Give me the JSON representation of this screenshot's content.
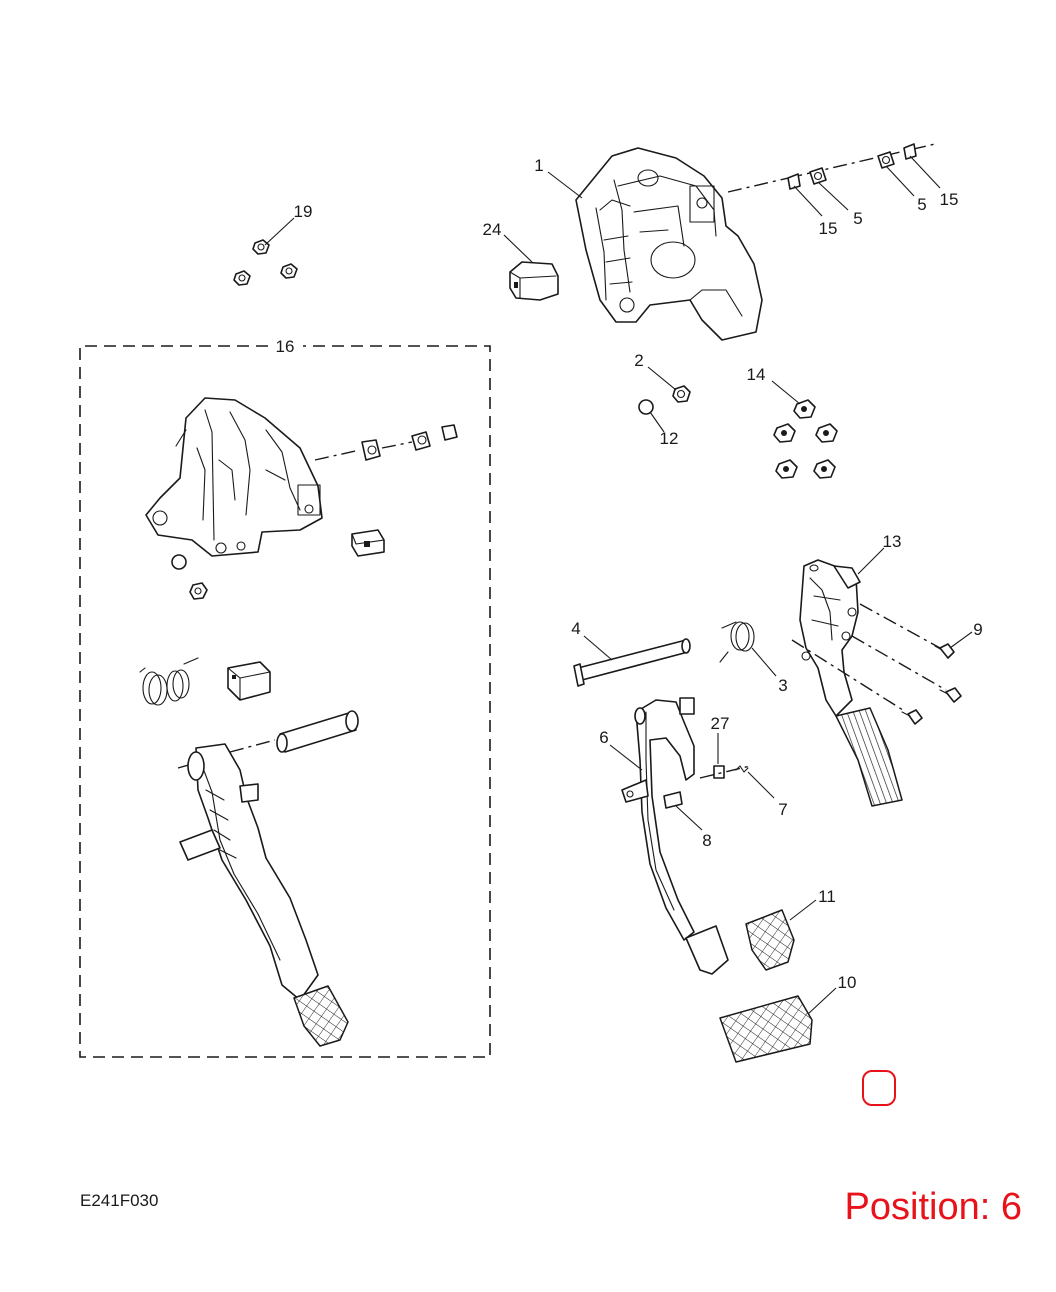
{
  "diagram": {
    "reference_code": "E241F030",
    "position_label": "Position: 6",
    "highlight_color": "#e8121b",
    "line_color": "#1a1a1a",
    "callouts": {
      "c1": "1",
      "c2": "2",
      "c3": "3",
      "c4": "4",
      "c5a": "5",
      "c5b": "5",
      "c6": "6",
      "c7": "7",
      "c8": "8",
      "c9": "9",
      "c10": "10",
      "c11": "11",
      "c12": "12",
      "c13": "13",
      "c14": "14",
      "c15a": "15",
      "c15b": "15",
      "c16": "16",
      "c19": "19",
      "c24": "24",
      "c27": "27"
    }
  }
}
